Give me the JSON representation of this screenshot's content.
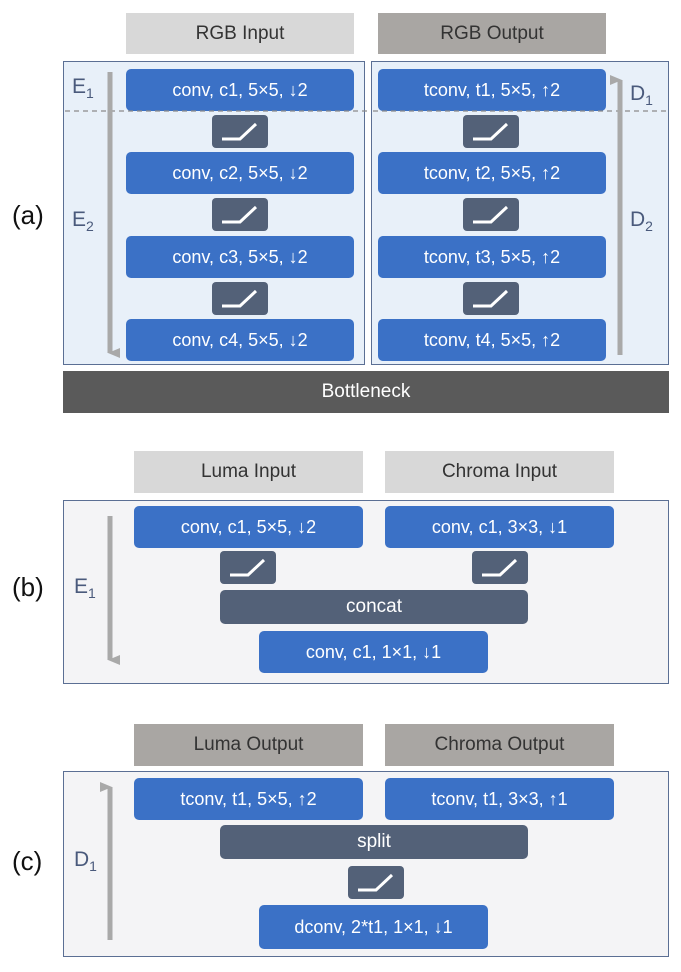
{
  "a": {
    "label": "(a)",
    "input_header": "RGB Input",
    "output_header": "RGB Output",
    "encoder_blocks": [
      "conv, c1, 5×5, ↓2",
      "conv, c2, 5×5, ↓2",
      "conv, c3, 5×5, ↓2",
      "conv, c4, 5×5, ↓2"
    ],
    "decoder_blocks": [
      "tconv, t1, 5×5, ↑2",
      "tconv, t2, 5×5, ↑2",
      "tconv, t3, 5×5, ↑2",
      "tconv, t4, 5×5, ↑2"
    ],
    "bottleneck": "Bottleneck",
    "e1": {
      "main": "E",
      "sub": "1"
    },
    "e2": {
      "main": "E",
      "sub": "2"
    },
    "d1": {
      "main": "D",
      "sub": "1"
    },
    "d2": {
      "main": "D",
      "sub": "2"
    }
  },
  "b": {
    "label": "(b)",
    "luma_header": "Luma Input",
    "chroma_header": "Chroma Input",
    "luma_block": "conv, c1, 5×5, ↓2",
    "chroma_block": "conv, c1, 3×3, ↓1",
    "concat": "concat",
    "final_block": "conv, c1, 1×1, ↓1",
    "e1": {
      "main": "E",
      "sub": "1"
    }
  },
  "c": {
    "label": "(c)",
    "luma_header": "Luma Output",
    "chroma_header": "Chroma Output",
    "luma_block": "tconv, t1, 5×5, ↑2",
    "chroma_block": "tconv, t1, 3×3, ↑1",
    "split": "split",
    "final_block": "dconv, 2*t1, 1×1, ↓1",
    "d1": {
      "main": "D",
      "sub": "1"
    }
  },
  "colors": {
    "conv_block": "#3b71c6",
    "activation": "#536178",
    "frame": "#5b6f94",
    "bottleneck": "#5a5a5a"
  },
  "icons": {
    "activation": "relu-activation-icon"
  }
}
